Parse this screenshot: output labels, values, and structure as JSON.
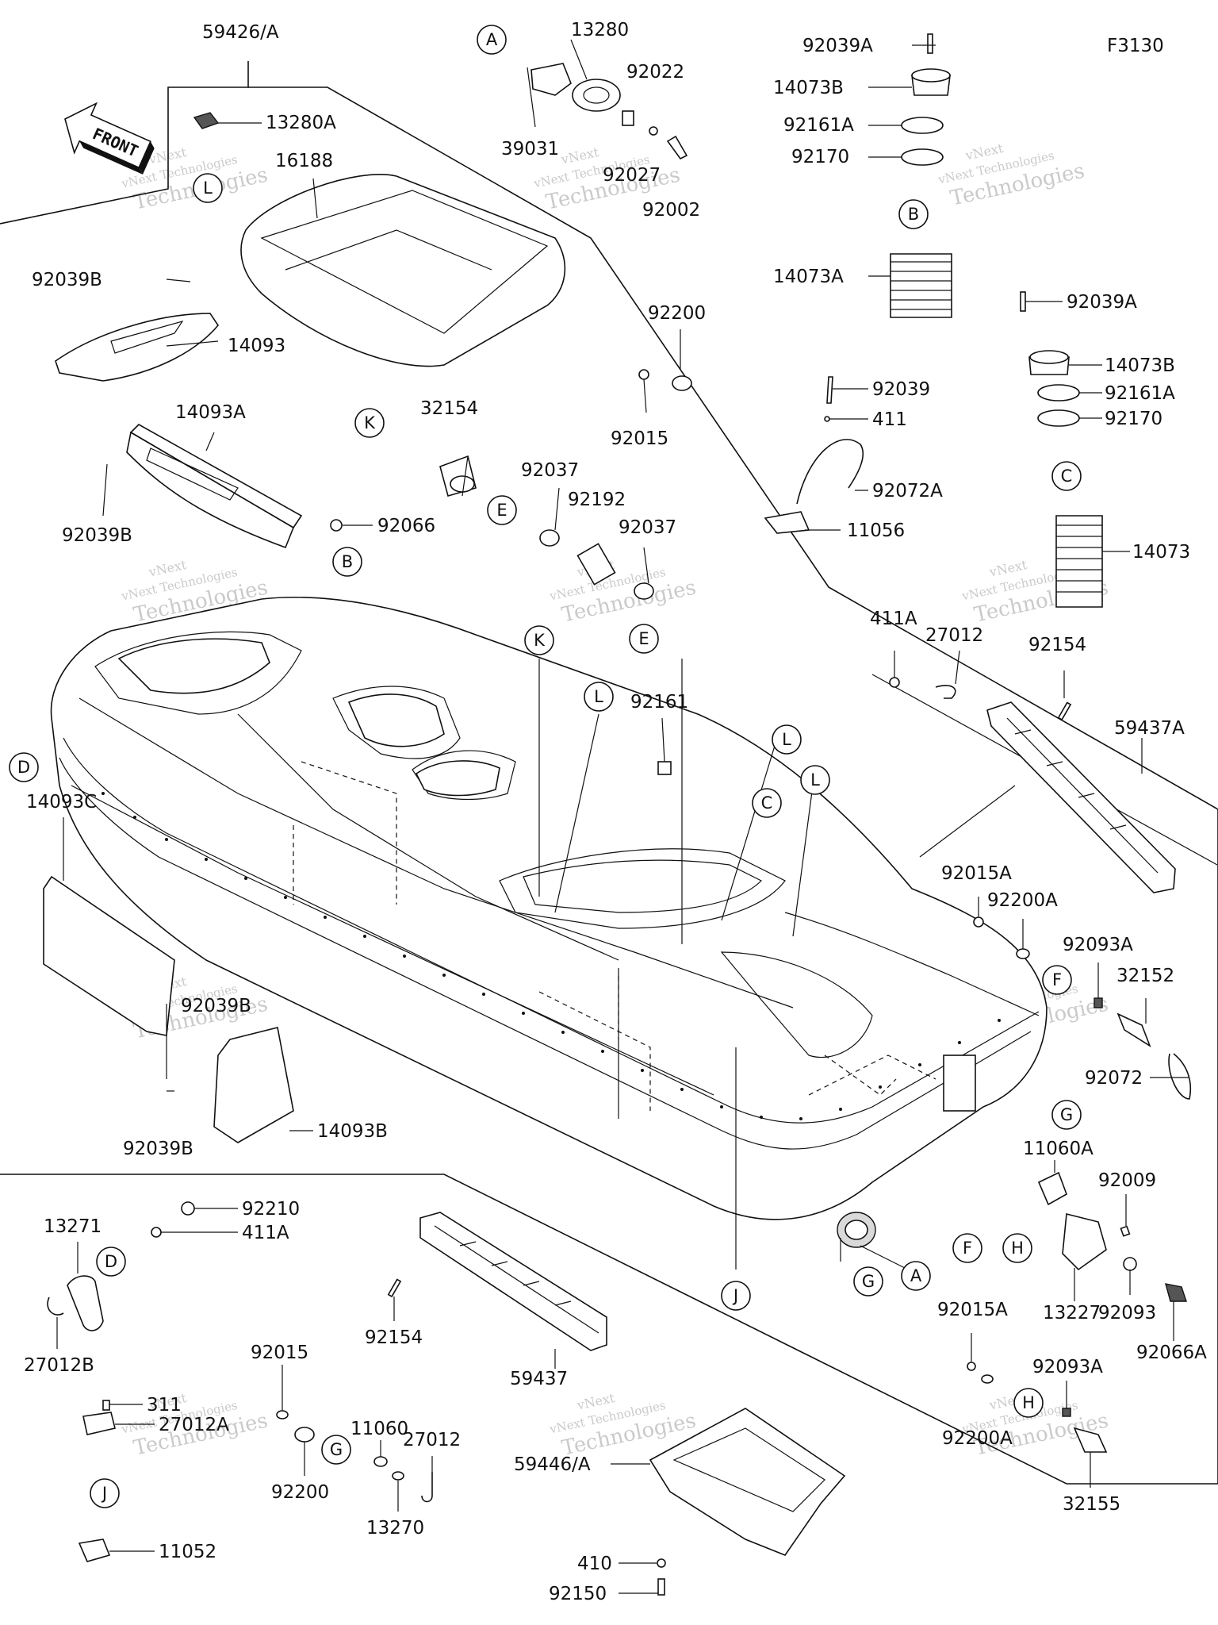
{
  "diagram_id": "F3130",
  "front_arrow": "FRONT",
  "watermark": {
    "brand": "vNext",
    "line1": "vNext Technologies",
    "line2": "Technologies"
  },
  "labels": [
    {
      "id": "59426A",
      "text": "59426/A"
    },
    {
      "id": "13280A",
      "text": "13280A"
    },
    {
      "id": "16188",
      "text": "16188"
    },
    {
      "id": "92039B_1",
      "text": "92039B"
    },
    {
      "id": "14093",
      "text": "14093"
    },
    {
      "id": "14093A",
      "text": "14093A"
    },
    {
      "id": "92039B_2",
      "text": "92039B"
    },
    {
      "id": "92066",
      "text": "92066"
    },
    {
      "id": "14093C",
      "text": "14093C"
    },
    {
      "id": "92039B_3",
      "text": "92039B"
    },
    {
      "id": "92039B_4",
      "text": "92039B"
    },
    {
      "id": "14093B",
      "text": "14093B"
    },
    {
      "id": "13280",
      "text": "13280"
    },
    {
      "id": "92022",
      "text": "92022"
    },
    {
      "id": "39031",
      "text": "39031"
    },
    {
      "id": "92027",
      "text": "92027"
    },
    {
      "id": "92002",
      "text": "92002"
    },
    {
      "id": "92200_1",
      "text": "92200"
    },
    {
      "id": "92015_1",
      "text": "92015"
    },
    {
      "id": "32154",
      "text": "32154"
    },
    {
      "id": "92037_1",
      "text": "92037"
    },
    {
      "id": "92192",
      "text": "92192"
    },
    {
      "id": "92037_2",
      "text": "92037"
    },
    {
      "id": "92161",
      "text": "92161"
    },
    {
      "id": "92039A_1",
      "text": "92039A"
    },
    {
      "id": "14073B_1",
      "text": "14073B"
    },
    {
      "id": "92161A_1",
      "text": "92161A"
    },
    {
      "id": "92170_1",
      "text": "92170"
    },
    {
      "id": "14073A",
      "text": "14073A"
    },
    {
      "id": "92039",
      "text": "92039"
    },
    {
      "id": "411",
      "text": "411"
    },
    {
      "id": "92072A",
      "text": "92072A"
    },
    {
      "id": "11056",
      "text": "11056"
    },
    {
      "id": "92039A_2",
      "text": "92039A"
    },
    {
      "id": "14073B_2",
      "text": "14073B"
    },
    {
      "id": "92161A_2",
      "text": "92161A"
    },
    {
      "id": "92170_2",
      "text": "92170"
    },
    {
      "id": "14073",
      "text": "14073"
    },
    {
      "id": "411A_1",
      "text": "411A"
    },
    {
      "id": "27012_1",
      "text": "27012"
    },
    {
      "id": "92154_1",
      "text": "92154"
    },
    {
      "id": "59437A",
      "text": "59437A"
    },
    {
      "id": "92015A_1",
      "text": "92015A"
    },
    {
      "id": "92200A_1",
      "text": "92200A"
    },
    {
      "id": "92093A_1",
      "text": "92093A"
    },
    {
      "id": "32152",
      "text": "32152"
    },
    {
      "id": "92072",
      "text": "92072"
    },
    {
      "id": "11060A",
      "text": "11060A"
    },
    {
      "id": "92009",
      "text": "92009"
    },
    {
      "id": "13227",
      "text": "13227"
    },
    {
      "id": "92093",
      "text": "92093"
    },
    {
      "id": "92066A",
      "text": "92066A"
    },
    {
      "id": "92015A_2",
      "text": "92015A"
    },
    {
      "id": "92093A_2",
      "text": "92093A"
    },
    {
      "id": "92200A_2",
      "text": "92200A"
    },
    {
      "id": "32155",
      "text": "32155"
    },
    {
      "id": "13271",
      "text": "13271"
    },
    {
      "id": "92210",
      "text": "92210"
    },
    {
      "id": "411A_2",
      "text": "411A"
    },
    {
      "id": "27012B",
      "text": "27012B"
    },
    {
      "id": "311",
      "text": "311"
    },
    {
      "id": "27012A",
      "text": "27012A"
    },
    {
      "id": "11052",
      "text": "11052"
    },
    {
      "id": "92015_2",
      "text": "92015"
    },
    {
      "id": "92200_2",
      "text": "92200"
    },
    {
      "id": "11060",
      "text": "11060"
    },
    {
      "id": "27012_2",
      "text": "27012"
    },
    {
      "id": "13270",
      "text": "13270"
    },
    {
      "id": "92154_2",
      "text": "92154"
    },
    {
      "id": "59437",
      "text": "59437"
    },
    {
      "id": "59446A",
      "text": "59446/A"
    },
    {
      "id": "410",
      "text": "410"
    },
    {
      "id": "92150",
      "text": "92150"
    }
  ],
  "callouts": [
    "A",
    "B",
    "C",
    "D",
    "E",
    "F",
    "G",
    "H",
    "J",
    "K",
    "L"
  ]
}
